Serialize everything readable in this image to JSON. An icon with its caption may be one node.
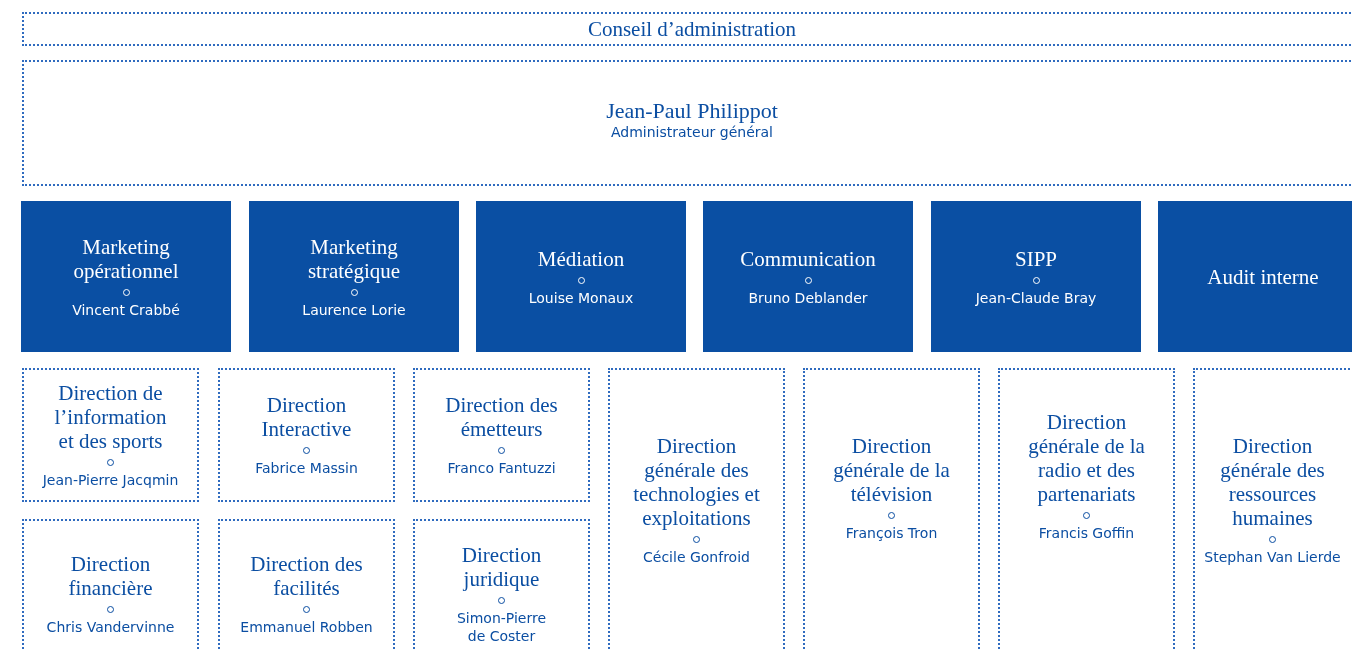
{
  "diagram": {
    "nodes": [
      {
        "text": [
          "Conseil d’administration"
        ]
      },
      {
        "text": [
          "Jean-Paul Philippot",
          "Administrateur général"
        ]
      },
      {
        "text": [
          "Marketing opérationnel",
          "Vincent Crabbé"
        ]
      },
      {
        "text": [
          "Marketing stratégique",
          "Laurence Lorie"
        ]
      },
      {
        "text": [
          "Médiation",
          "Louise Monaux"
        ]
      },
      {
        "text": [
          "Communication",
          "Bruno Deblander"
        ]
      },
      {
        "text": [
          "SIPP",
          "Jean-Claude Bray"
        ]
      },
      {
        "text": [
          "Audit interne"
        ]
      },
      {
        "text": [
          "Direction de l’information et des sports",
          "Jean-Pierre Jacqmin"
        ]
      },
      {
        "text": [
          "Direction Interactive",
          "Fabrice Massin"
        ]
      },
      {
        "text": [
          "Direction des émetteurs",
          "Franco Fantuzzi"
        ]
      },
      {
        "text": [
          "Direction générale des technologies et exploitations",
          "Cécile Gonfroid"
        ]
      },
      {
        "text": [
          "Direction générale de la télévision",
          "François Tron"
        ]
      },
      {
        "text": [
          "Direction générale de la radio et des partenariats",
          "Francis Goffin"
        ]
      },
      {
        "text": [
          "Direction générale des ressources humaines",
          "Stephan Van Lierde"
        ]
      },
      {
        "text": [
          "Direction financière",
          "Chris Vandervinne"
        ]
      },
      {
        "text": [
          "Direction des facilités",
          "Emmanuel Robben"
        ]
      },
      {
        "text": [
          "Direction juridique",
          "Simon-Pierre de Coster"
        ]
      }
    ]
  }
}
